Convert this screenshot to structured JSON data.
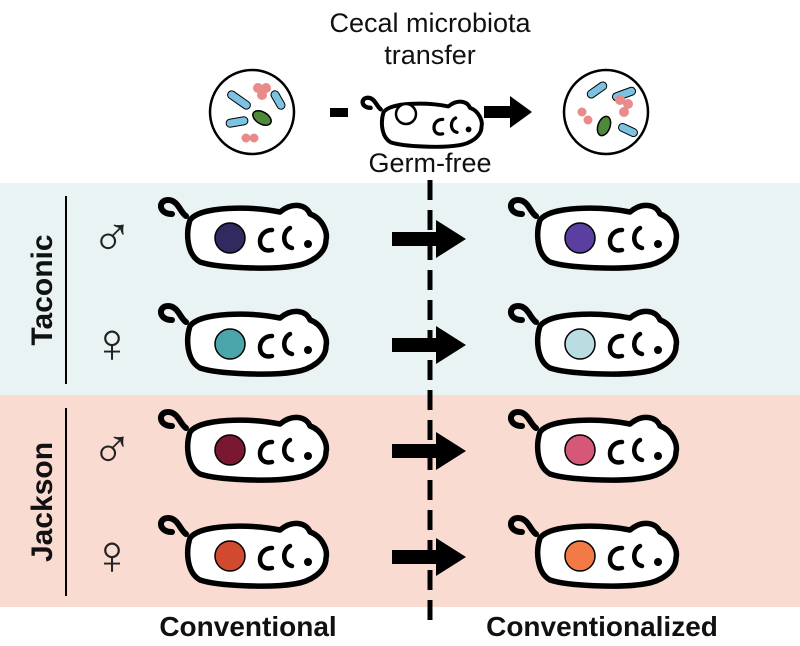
{
  "header": {
    "title_line1": "Cecal microbiota",
    "title_line2": "transfer",
    "germ_free_label": "Germ-free"
  },
  "icons": {
    "petri_left": "microbiota-dish-icon",
    "petri_right": "microbiota-dish-icon",
    "germ_free_mouse": "mouse-icon",
    "transfer_arrow": "arrow-right-icon"
  },
  "vendors": [
    {
      "name": "Taconic",
      "band_color": "#eaf3f4"
    },
    {
      "name": "Jackson",
      "band_color": "#fadbd2"
    }
  ],
  "sex_symbols": {
    "male": "♂",
    "female": "♀"
  },
  "rows": [
    {
      "vendor": "Taconic",
      "sex": "male",
      "conventional_color": "#2f2a5f",
      "conventionalized_color": "#5a3fa0"
    },
    {
      "vendor": "Taconic",
      "sex": "female",
      "conventional_color": "#4aa6aa",
      "conventionalized_color": "#b9dde0"
    },
    {
      "vendor": "Jackson",
      "sex": "male",
      "conventional_color": "#7a1832",
      "conventionalized_color": "#d65878"
    },
    {
      "vendor": "Jackson",
      "sex": "female",
      "conventional_color": "#d14a30",
      "conventionalized_color": "#f27a45"
    }
  ],
  "columns": {
    "left": "Conventional",
    "right": "Conventionalized"
  }
}
